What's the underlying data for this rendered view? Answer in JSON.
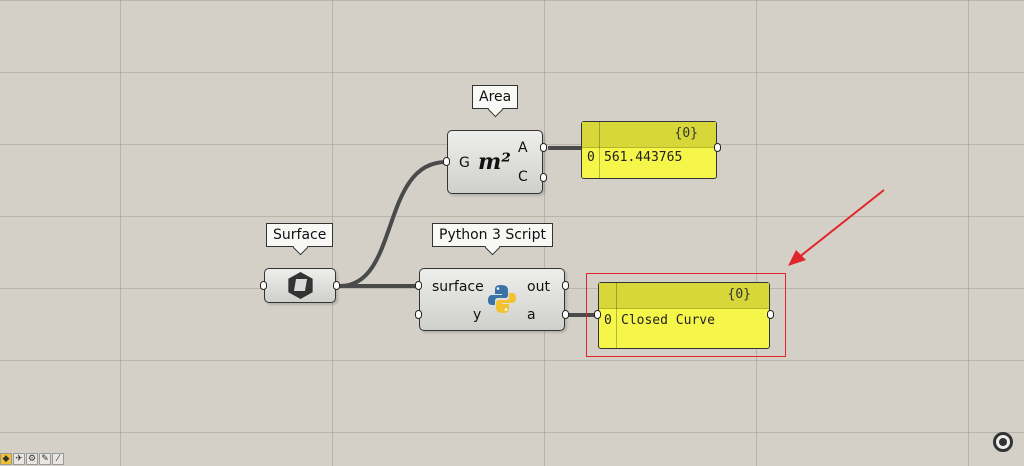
{
  "canvas": {
    "components": {
      "area": {
        "tag": "Area",
        "inputs": [
          "G"
        ],
        "outputs": [
          "A",
          "C"
        ],
        "icon_text": "m²"
      },
      "surface": {
        "tag": "Surface"
      },
      "python": {
        "tag": "Python 3 Script",
        "inputs": [
          "surface",
          "y"
        ],
        "outputs": [
          "out",
          "a"
        ]
      }
    },
    "panels": {
      "area_result": {
        "path": "{0}",
        "index": "0",
        "value": "561.443765"
      },
      "python_result": {
        "path": "{0}",
        "index": "0",
        "value": "Closed Curve"
      }
    }
  },
  "toolbar": {
    "icons": [
      "grasshopper-icon",
      "pin-icon",
      "gear-icon",
      "pen-icon",
      "brush-icon"
    ]
  },
  "status": {
    "icon": "rotate-view-icon"
  },
  "colors": {
    "canvas": "#d4d0c8",
    "panel": "#f5f54a",
    "panel_header": "#d7d73a",
    "wire": "#4a4a4a",
    "highlight": "#e0262b"
  }
}
